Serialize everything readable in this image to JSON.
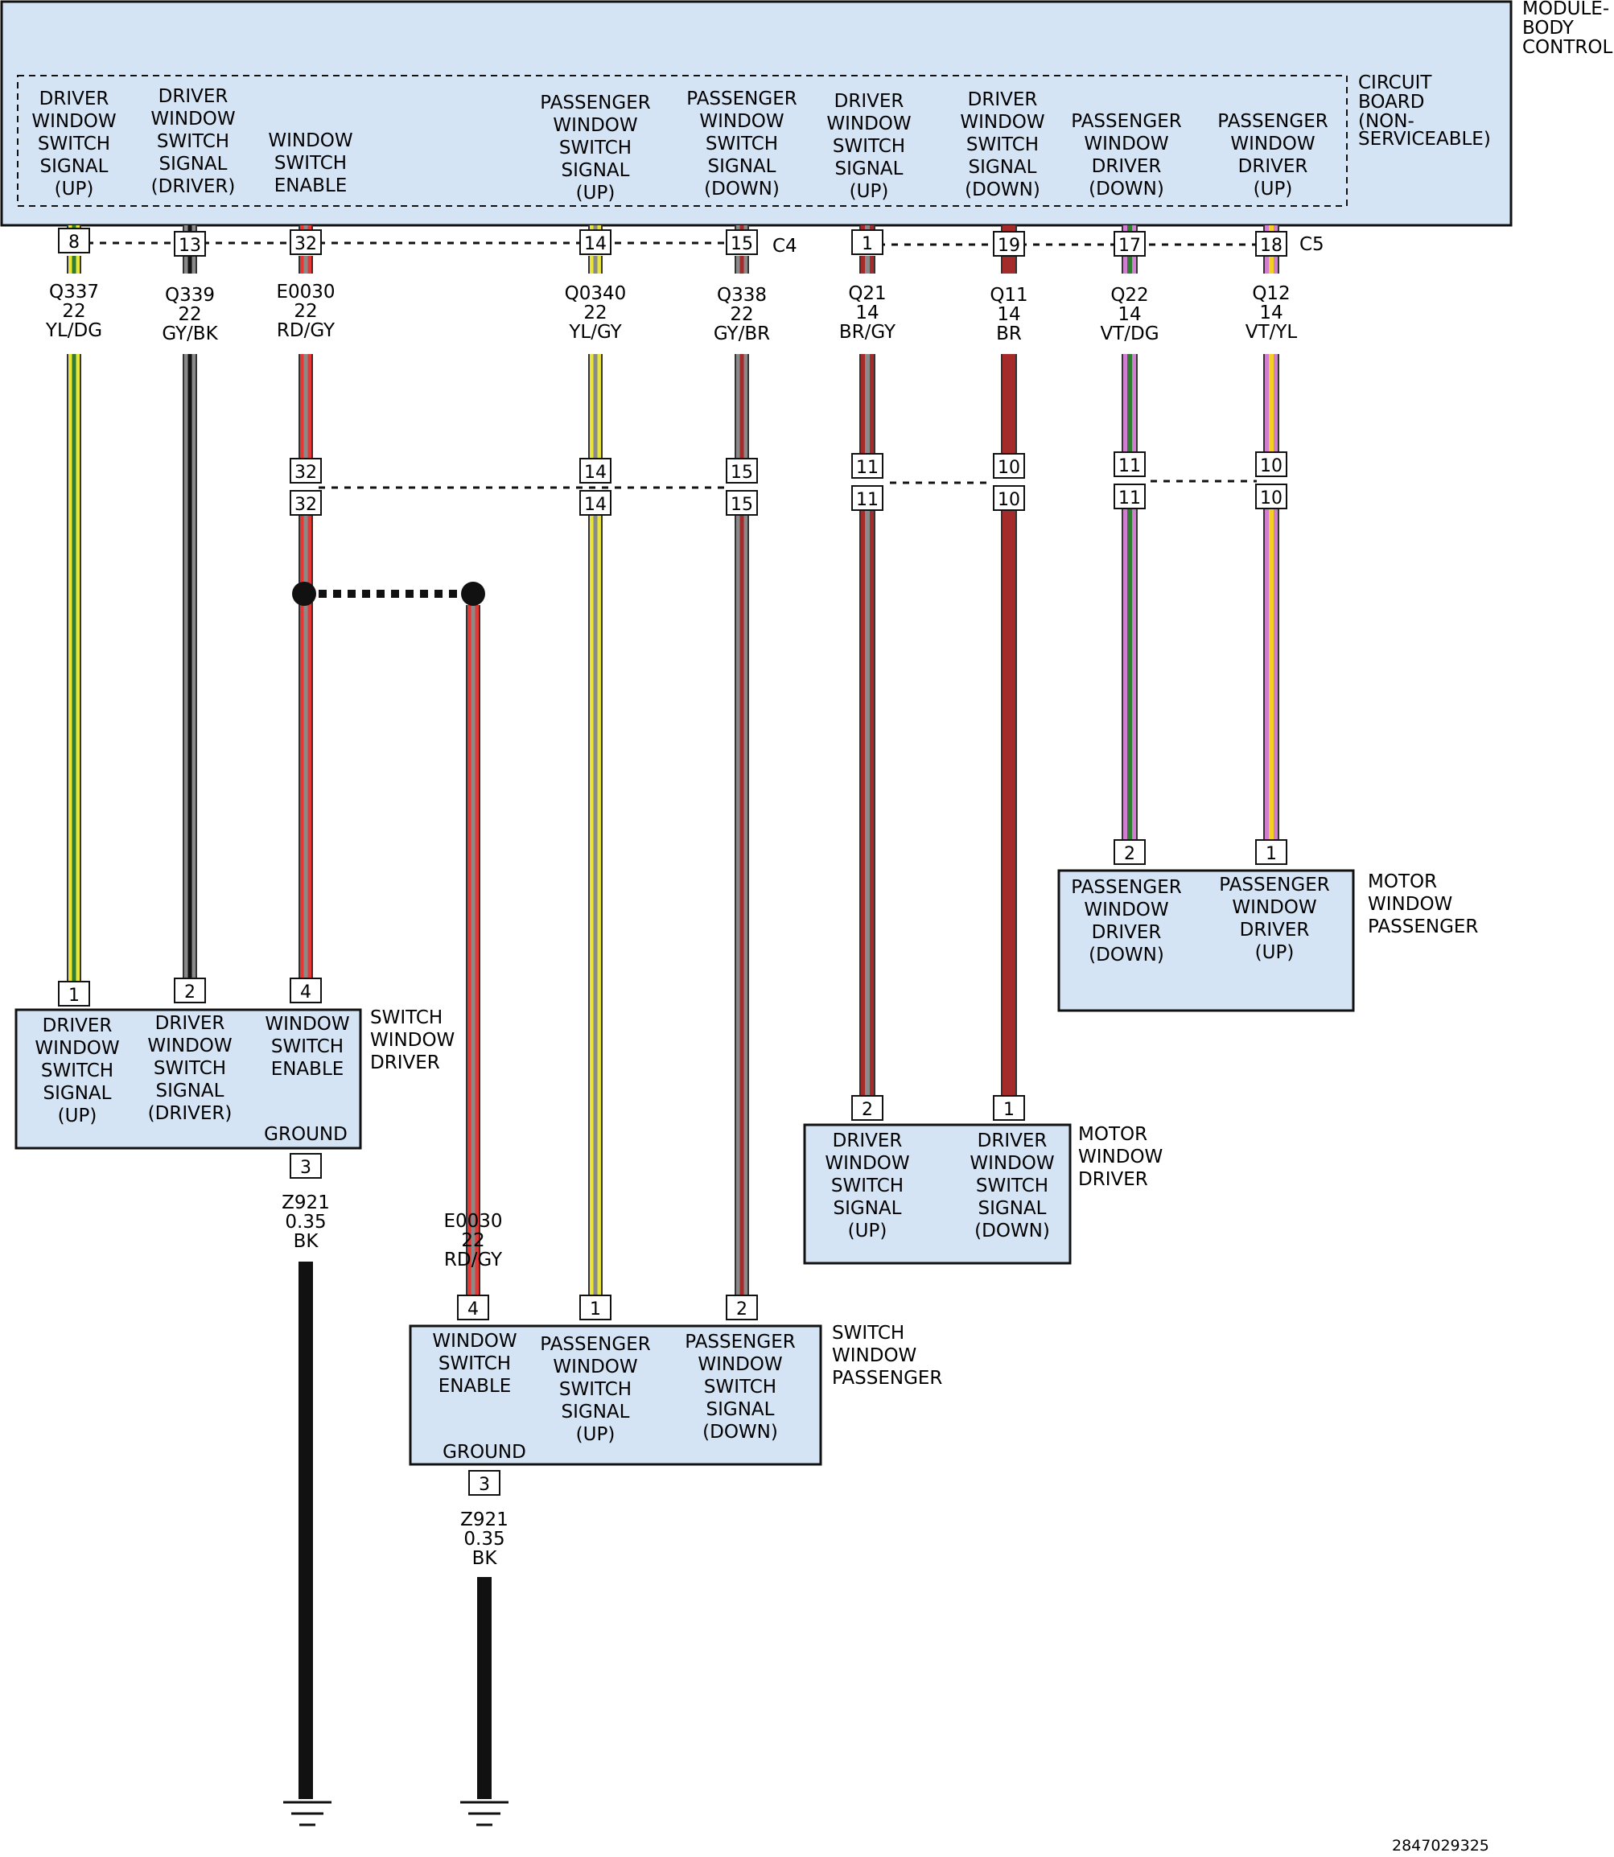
{
  "module": {
    "name": [
      "MODULE-",
      "BODY",
      "CONTROL"
    ],
    "board": [
      "CIRCUIT",
      "BOARD",
      "(NON-",
      "SERVICEABLE)"
    ],
    "connectors": {
      "c4": "C4",
      "c5": "C5"
    },
    "functions": [
      {
        "lines": [
          "DRIVER",
          "WINDOW",
          "SWITCH",
          "SIGNAL",
          "(UP)"
        ]
      },
      {
        "lines": [
          "DRIVER",
          "WINDOW",
          "SWITCH",
          "SIGNAL",
          "(DRIVER)"
        ]
      },
      {
        "lines": [
          "WINDOW",
          "SWITCH",
          "ENABLE"
        ]
      },
      {
        "lines": [
          "PASSENGER",
          "WINDOW",
          "SWITCH",
          "SIGNAL",
          "(UP)"
        ]
      },
      {
        "lines": [
          "PASSENGER",
          "WINDOW",
          "SWITCH",
          "SIGNAL",
          "(DOWN)"
        ]
      },
      {
        "lines": [
          "DRIVER",
          "WINDOW",
          "SWITCH",
          "SIGNAL",
          "(UP)"
        ]
      },
      {
        "lines": [
          "DRIVER",
          "WINDOW",
          "SWITCH",
          "SIGNAL",
          "(DOWN)"
        ]
      },
      {
        "lines": [
          "PASSENGER",
          "WINDOW",
          "DRIVER",
          "(DOWN)"
        ]
      },
      {
        "lines": [
          "PASSENGER",
          "WINDOW",
          "DRIVER",
          "(UP)"
        ]
      }
    ]
  },
  "wires": [
    {
      "pin": "8",
      "circuit": "Q337",
      "gauge": "22",
      "color": "YL/DG",
      "base": "#e8e43a",
      "stripe": "#2e7d32"
    },
    {
      "pin": "13",
      "circuit": "Q339",
      "gauge": "22",
      "color": "GY/BK",
      "base": "#8a8a8a",
      "stripe": "#111111"
    },
    {
      "pin": "32",
      "circuit": "E0030",
      "gauge": "22",
      "color": "RD/GY",
      "base": "#e53935",
      "stripe": "#8a8a8a"
    },
    {
      "pin": "14",
      "circuit": "Q0340",
      "gauge": "22",
      "color": "YL/GY",
      "base": "#e8e43a",
      "stripe": "#8a8a8a"
    },
    {
      "pin": "15",
      "circuit": "Q338",
      "gauge": "22",
      "color": "GY/BR",
      "base": "#8a8a8a",
      "stripe": "#a52a2a"
    },
    {
      "pin": "1",
      "circuit": "Q21",
      "gauge": "14",
      "color": "BR/GY",
      "base": "#a52a2a",
      "stripe": "#8a8a8a"
    },
    {
      "pin": "19",
      "circuit": "Q11",
      "gauge": "14",
      "color": "BR",
      "base": "#a52a2a",
      "stripe": "#a52a2a"
    },
    {
      "pin": "17",
      "circuit": "Q22",
      "gauge": "14",
      "color": "VT/DG",
      "base": "#d17ed1",
      "stripe": "#2e7d32"
    },
    {
      "pin": "18",
      "circuit": "Q12",
      "gauge": "14",
      "color": "VT/YL",
      "base": "#d17ed1",
      "stripe": "#f2d024"
    }
  ],
  "inline_connectors": [
    {
      "upper": "32",
      "lower": "32"
    },
    {
      "upper": "14",
      "lower": "14"
    },
    {
      "upper": "15",
      "lower": "15"
    },
    {
      "upper": "11",
      "lower": "11"
    },
    {
      "upper": "10",
      "lower": "10"
    },
    {
      "upper": "11",
      "lower": "11"
    },
    {
      "upper": "10",
      "lower": "10"
    }
  ],
  "switch_driver": {
    "name": [
      "SWITCH",
      "WINDOW",
      "DRIVER"
    ],
    "pins": [
      "1",
      "2",
      "4",
      "3"
    ],
    "functions": [
      {
        "lines": [
          "DRIVER",
          "WINDOW",
          "SWITCH",
          "SIGNAL",
          "(UP)"
        ]
      },
      {
        "lines": [
          "DRIVER",
          "WINDOW",
          "SWITCH",
          "SIGNAL",
          "(DRIVER)"
        ]
      },
      {
        "lines": [
          "WINDOW",
          "SWITCH",
          "ENABLE"
        ]
      }
    ],
    "ground_label": "GROUND"
  },
  "switch_passenger": {
    "name": [
      "SWITCH",
      "WINDOW",
      "PASSENGER"
    ],
    "pins": [
      "4",
      "1",
      "2",
      "3"
    ],
    "functions": [
      {
        "lines": [
          "WINDOW",
          "SWITCH",
          "ENABLE"
        ]
      },
      {
        "lines": [
          "PASSENGER",
          "WINDOW",
          "SWITCH",
          "SIGNAL",
          "(UP)"
        ]
      },
      {
        "lines": [
          "PASSENGER",
          "WINDOW",
          "SWITCH",
          "SIGNAL",
          "(DOWN)"
        ]
      }
    ],
    "ground_label": "GROUND"
  },
  "motor_driver": {
    "name": [
      "MOTOR",
      "WINDOW",
      "DRIVER"
    ],
    "pins": [
      "2",
      "1"
    ],
    "functions": [
      {
        "lines": [
          "DRIVER",
          "WINDOW",
          "SWITCH",
          "SIGNAL",
          "(UP)"
        ]
      },
      {
        "lines": [
          "DRIVER",
          "WINDOW",
          "SWITCH",
          "SIGNAL",
          "(DOWN)"
        ]
      }
    ]
  },
  "motor_passenger": {
    "name": [
      "MOTOR",
      "WINDOW",
      "PASSENGER"
    ],
    "pins": [
      "2",
      "1"
    ],
    "functions": [
      {
        "lines": [
          "PASSENGER",
          "WINDOW",
          "DRIVER",
          "(DOWN)"
        ]
      },
      {
        "lines": [
          "PASSENGER",
          "WINDOW",
          "DRIVER",
          "(UP)"
        ]
      }
    ]
  },
  "splice_wire": {
    "circuit": "E0030",
    "gauge": "22",
    "color": "RD/GY"
  },
  "ground_wires": [
    {
      "circuit": "Z921",
      "gauge": "0.35",
      "color": "BK"
    },
    {
      "circuit": "Z921",
      "gauge": "0.35",
      "color": "BK"
    }
  ],
  "figure_id": "2847029325",
  "palette": {
    "box_fill": "#d4e4f5",
    "black": "#111111"
  }
}
